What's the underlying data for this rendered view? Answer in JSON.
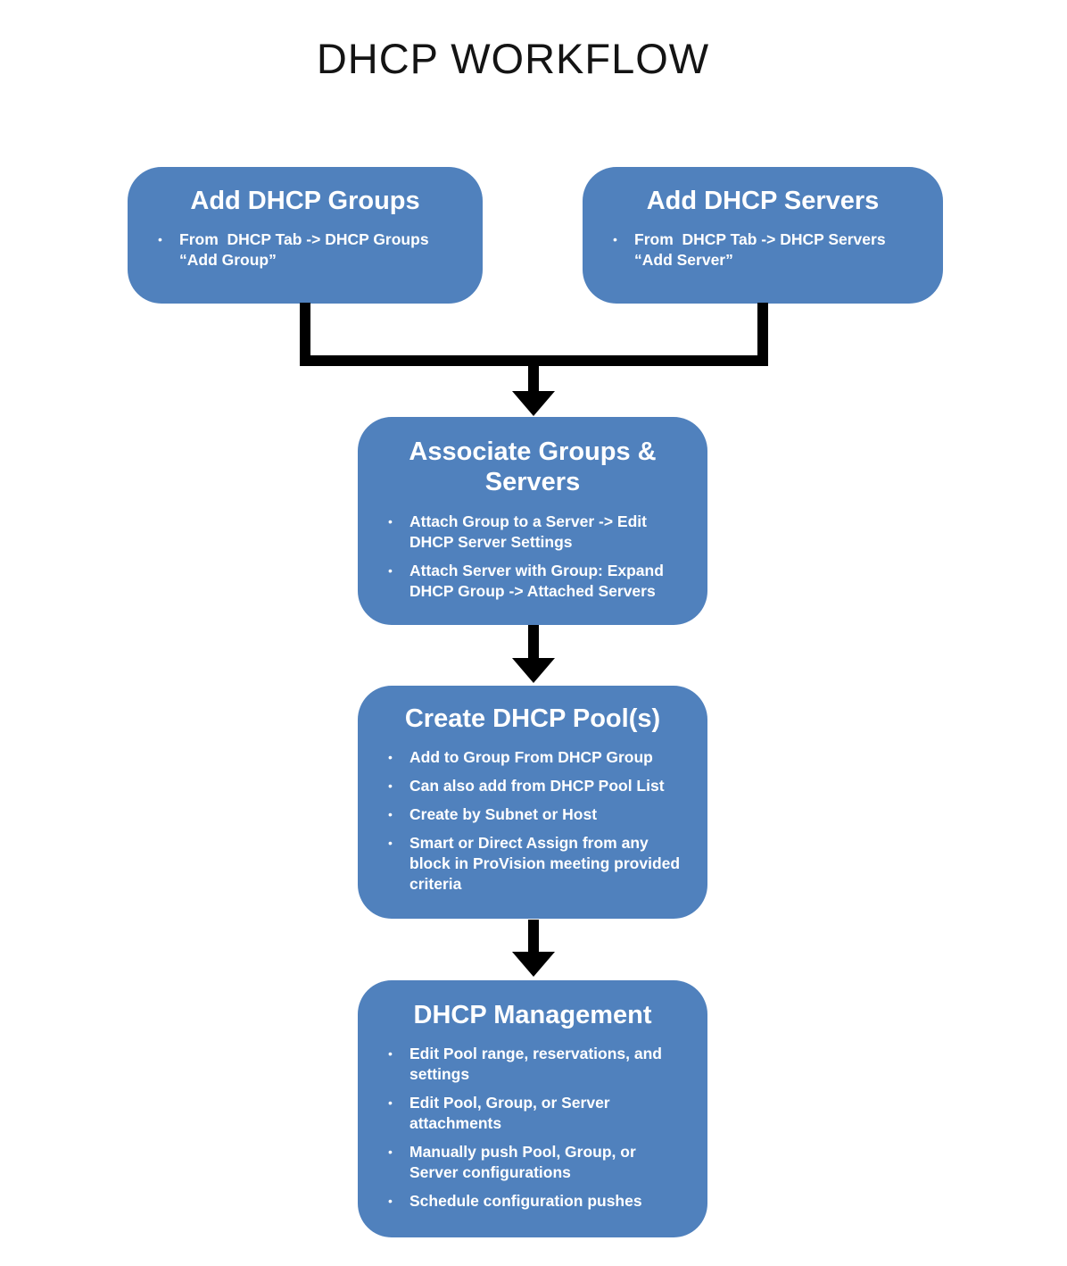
{
  "title": "DHCP WORKFLOW",
  "ui": {
    "bullet_char": "•"
  },
  "colors": {
    "node_fill": "#5081BD",
    "node_text": "#FFFFFF",
    "title_text": "#141414",
    "connector": "#000000",
    "background": "#FFFFFF"
  },
  "nodes": [
    {
      "title": "Add DHCP Groups",
      "bullets": [
        "From  DHCP Tab -> DHCP Groups “Add Group”"
      ]
    },
    {
      "title": "Add DHCP Servers",
      "bullets": [
        "From  DHCP Tab -> DHCP Servers “Add Server”"
      ]
    },
    {
      "title": "Associate Groups & Servers",
      "bullets": [
        "Attach Group to a Server -> Edit DHCP Server Settings",
        "Attach Server with Group: Expand DHCP Group -> Attached Servers"
      ]
    },
    {
      "title": "Create DHCP Pool(s)",
      "bullets": [
        "Add to Group From DHCP Group",
        "Can also add from DHCP Pool List",
        "Create by Subnet or Host",
        "Smart or Direct Assign from any block in ProVision meeting provided criteria"
      ]
    },
    {
      "title": "DHCP Management",
      "bullets": [
        "Edit Pool range, reservations, and settings",
        "Edit Pool, Group, or Server attachments",
        "Manually push Pool, Group, or Server configurations",
        "Schedule configuration pushes"
      ]
    }
  ]
}
